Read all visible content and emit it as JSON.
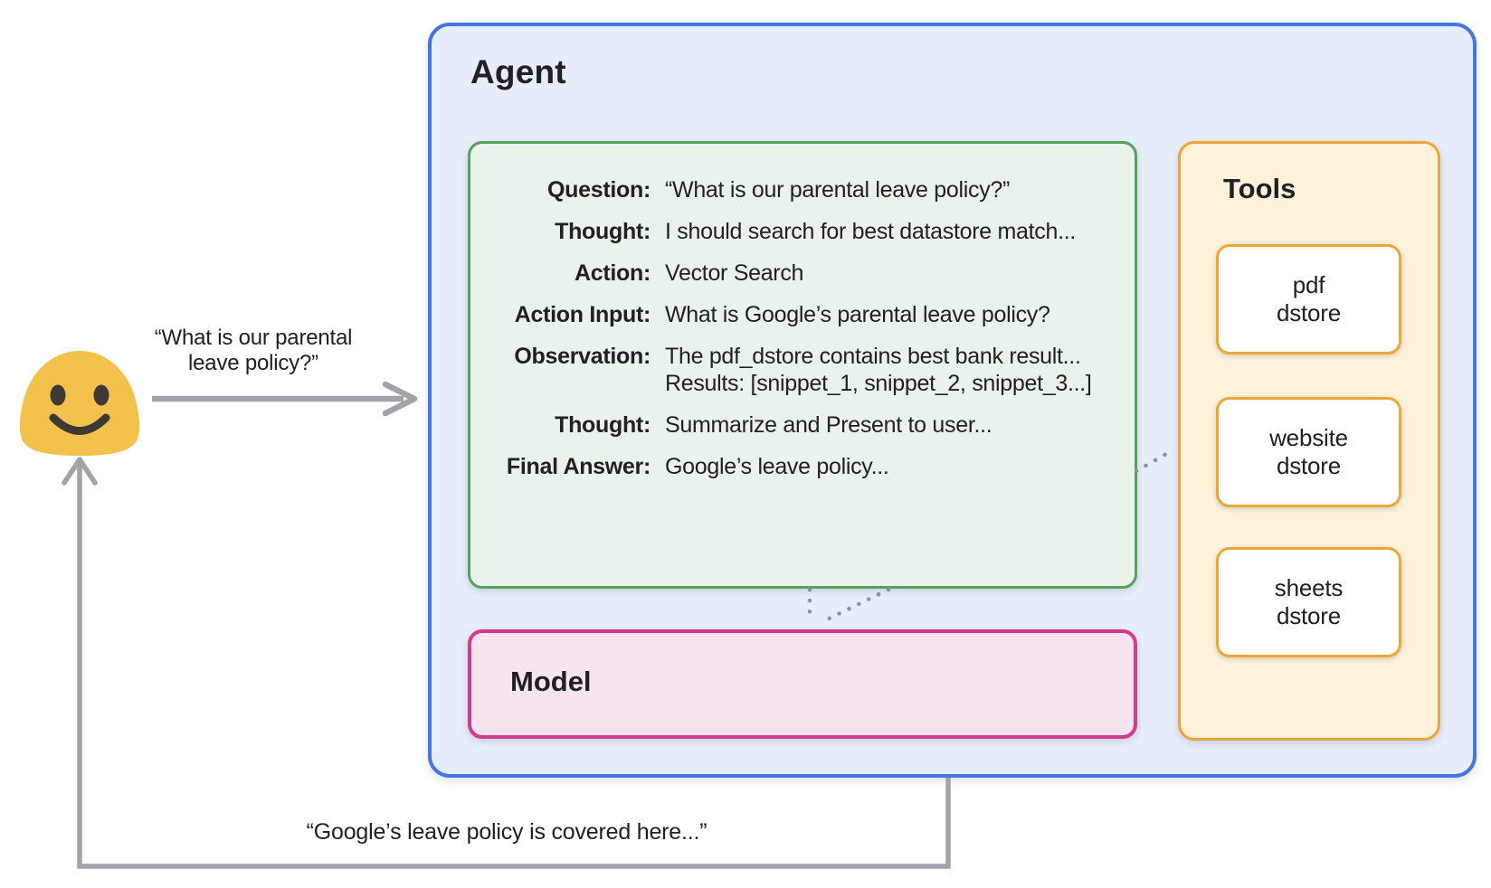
{
  "colors": {
    "agent-fill": "#e8edfb",
    "agent-border": "#4377e6",
    "scratchpad-fill": "#e9f3e9",
    "scratchpad-border": "#57a05d",
    "tools-fill": "#fcf2da",
    "tools-border": "#eca63a",
    "tool-item-fill": "#ffffff",
    "model-fill": "#f9e3ef",
    "model-border": "#d03b8d",
    "arrow-gray": "#a0a4a8",
    "dotted-gray": "#8f9399",
    "emoji-yellow": "#f2c24c",
    "emoji-face": "#3e3a33",
    "text-dark": "#202124"
  },
  "user": {
    "avatar": "smiling-blob-emoji",
    "question": {
      "line1": "“What is our parental",
      "line2": "leave policy?”"
    },
    "answer": "“Google’s leave policy is covered here...”"
  },
  "agent": {
    "title": "Agent",
    "scratchpad": {
      "rows": [
        {
          "label": "Question:",
          "value": "“What is our parental leave policy?”"
        },
        {
          "label": "Thought:",
          "value": "I should search for best datastore match..."
        },
        {
          "label": "Action:",
          "value": "Vector Search"
        },
        {
          "label": "Action Input:",
          "value": "What is Google’s parental leave policy?"
        },
        {
          "label": "Observation:",
          "value": "The pdf_dstore contains best bank result...",
          "value2": "Results: [snippet_1, snippet_2, snippet_3...]"
        },
        {
          "label": "Thought:",
          "value": "Summarize and Present to user..."
        },
        {
          "label": "Final Answer:",
          "value": "Google’s leave policy..."
        }
      ]
    },
    "tools": {
      "title": "Tools",
      "items": [
        {
          "line1": "pdf",
          "line2": "dstore"
        },
        {
          "line1": "website",
          "line2": "dstore"
        },
        {
          "line1": "sheets",
          "line2": "dstore"
        }
      ]
    },
    "model": {
      "title": "Model"
    }
  }
}
